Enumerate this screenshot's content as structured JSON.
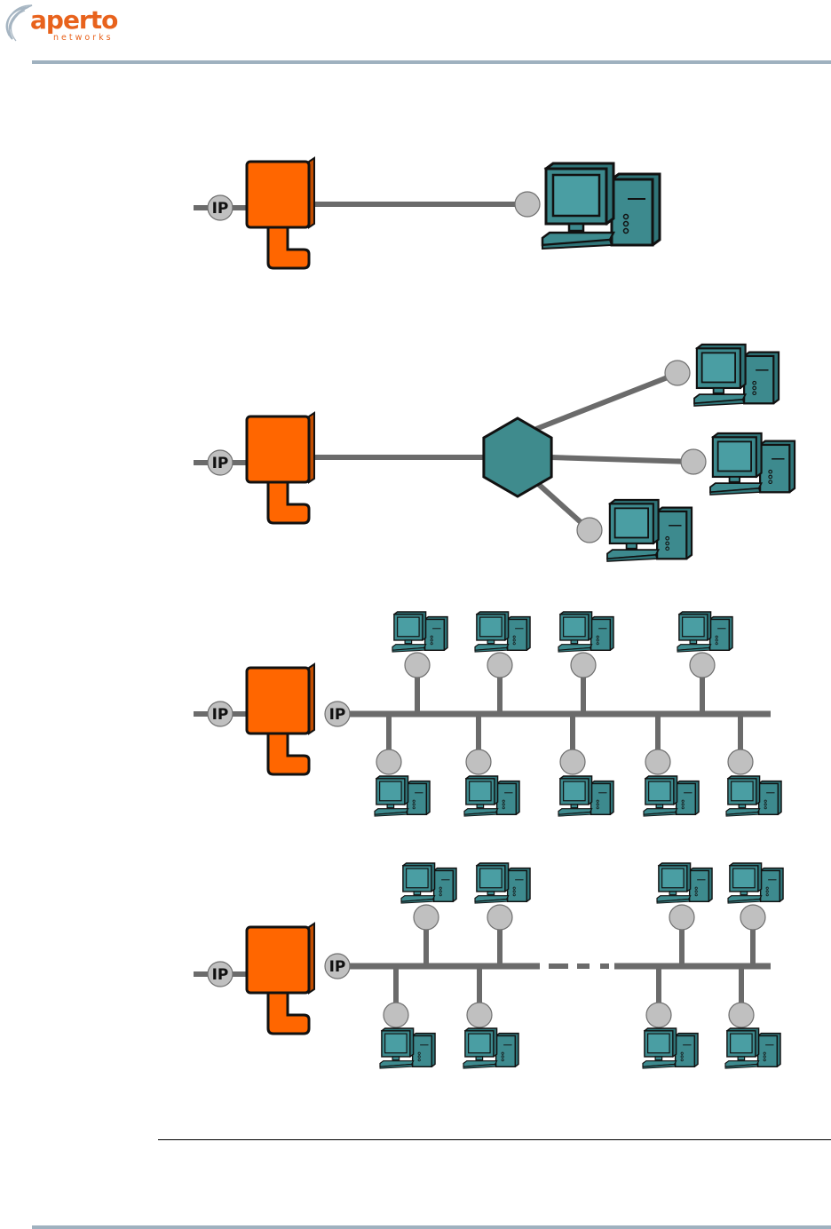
{
  "logo": {
    "word": "aperto",
    "sub": "networks",
    "colors": {
      "word": "#e8621c",
      "sub": "#e8621c",
      "swoosh": "#a6b5c2"
    }
  },
  "labels": {
    "ip": "IP"
  },
  "colors": {
    "cpe_fill": "#ff6600",
    "cpe_stroke": "#111111",
    "line": "#6b6b6b",
    "node": "#c0c0c0",
    "computer": "#3d8a8e",
    "computer_screen": "#4a9ea3",
    "hub": "#3f8b8d",
    "rule": "#9fb1bf"
  },
  "icons": [
    "cpe-unit-icon",
    "computer-icon",
    "hub-icon",
    "ip-node-icon",
    "ellipsis-dashes"
  ],
  "scenarios": [
    {
      "id": "single-host",
      "ip_badges": 1,
      "computers": 1
    },
    {
      "id": "hub-three-hosts",
      "ip_badges": 1,
      "computers": 3
    },
    {
      "id": "routed-bus-nine-hosts",
      "ip_badges": 2,
      "computers": 9
    },
    {
      "id": "routed-bus-many-hosts",
      "ip_badges": 2,
      "computers": 8,
      "ellipsis": true
    }
  ]
}
